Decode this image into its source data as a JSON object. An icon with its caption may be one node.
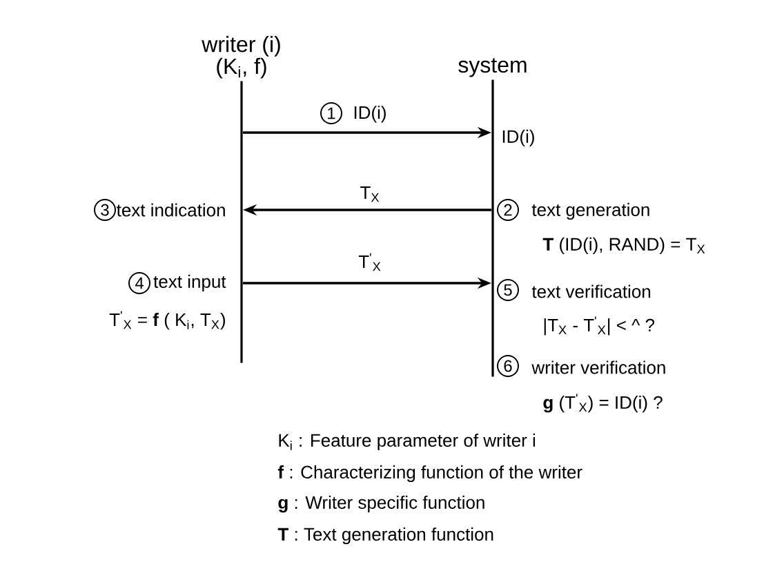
{
  "diagram": {
    "nodes": [
      {
        "text": [
          "writer (i)",
          "(K$_{i}$, f)"
        ]
      },
      {
        "text": [
          "system"
        ]
      }
    ],
    "edges": [
      {
        "from": 0,
        "to": 1,
        "arrow": "to",
        "label": "ID(i)"
      },
      {
        "from": 1,
        "to": 0,
        "arrow": "to",
        "label": "T$_{X}$"
      },
      {
        "from": 0,
        "to": 1,
        "arrow": "to",
        "label": "T$^{'}$$_{X}$"
      }
    ],
    "labels": [
      "1",
      "ID(i)",
      "3",
      "text indication",
      "2",
      "text generation",
      "**T** (ID(i), RAND) = T$_{X}$",
      "4",
      "text input",
      "5",
      "text verification",
      "T$^{'}$$_{X}$ = **f** ( K$_{i}$, T$_{X}$)",
      "|T$_{X}$ - T$^{'}$$_{X}$| < ^ ?",
      "6",
      "writer verification",
      "**g** (T$^{'}$$_{X}$) = ID(i) ?",
      "K$_{i}$ : Feature parameter of writer i",
      "**f** : Characterizing function of the writer",
      "**g** : Writer specific function",
      "**T** : Text generation function"
    ]
  }
}
